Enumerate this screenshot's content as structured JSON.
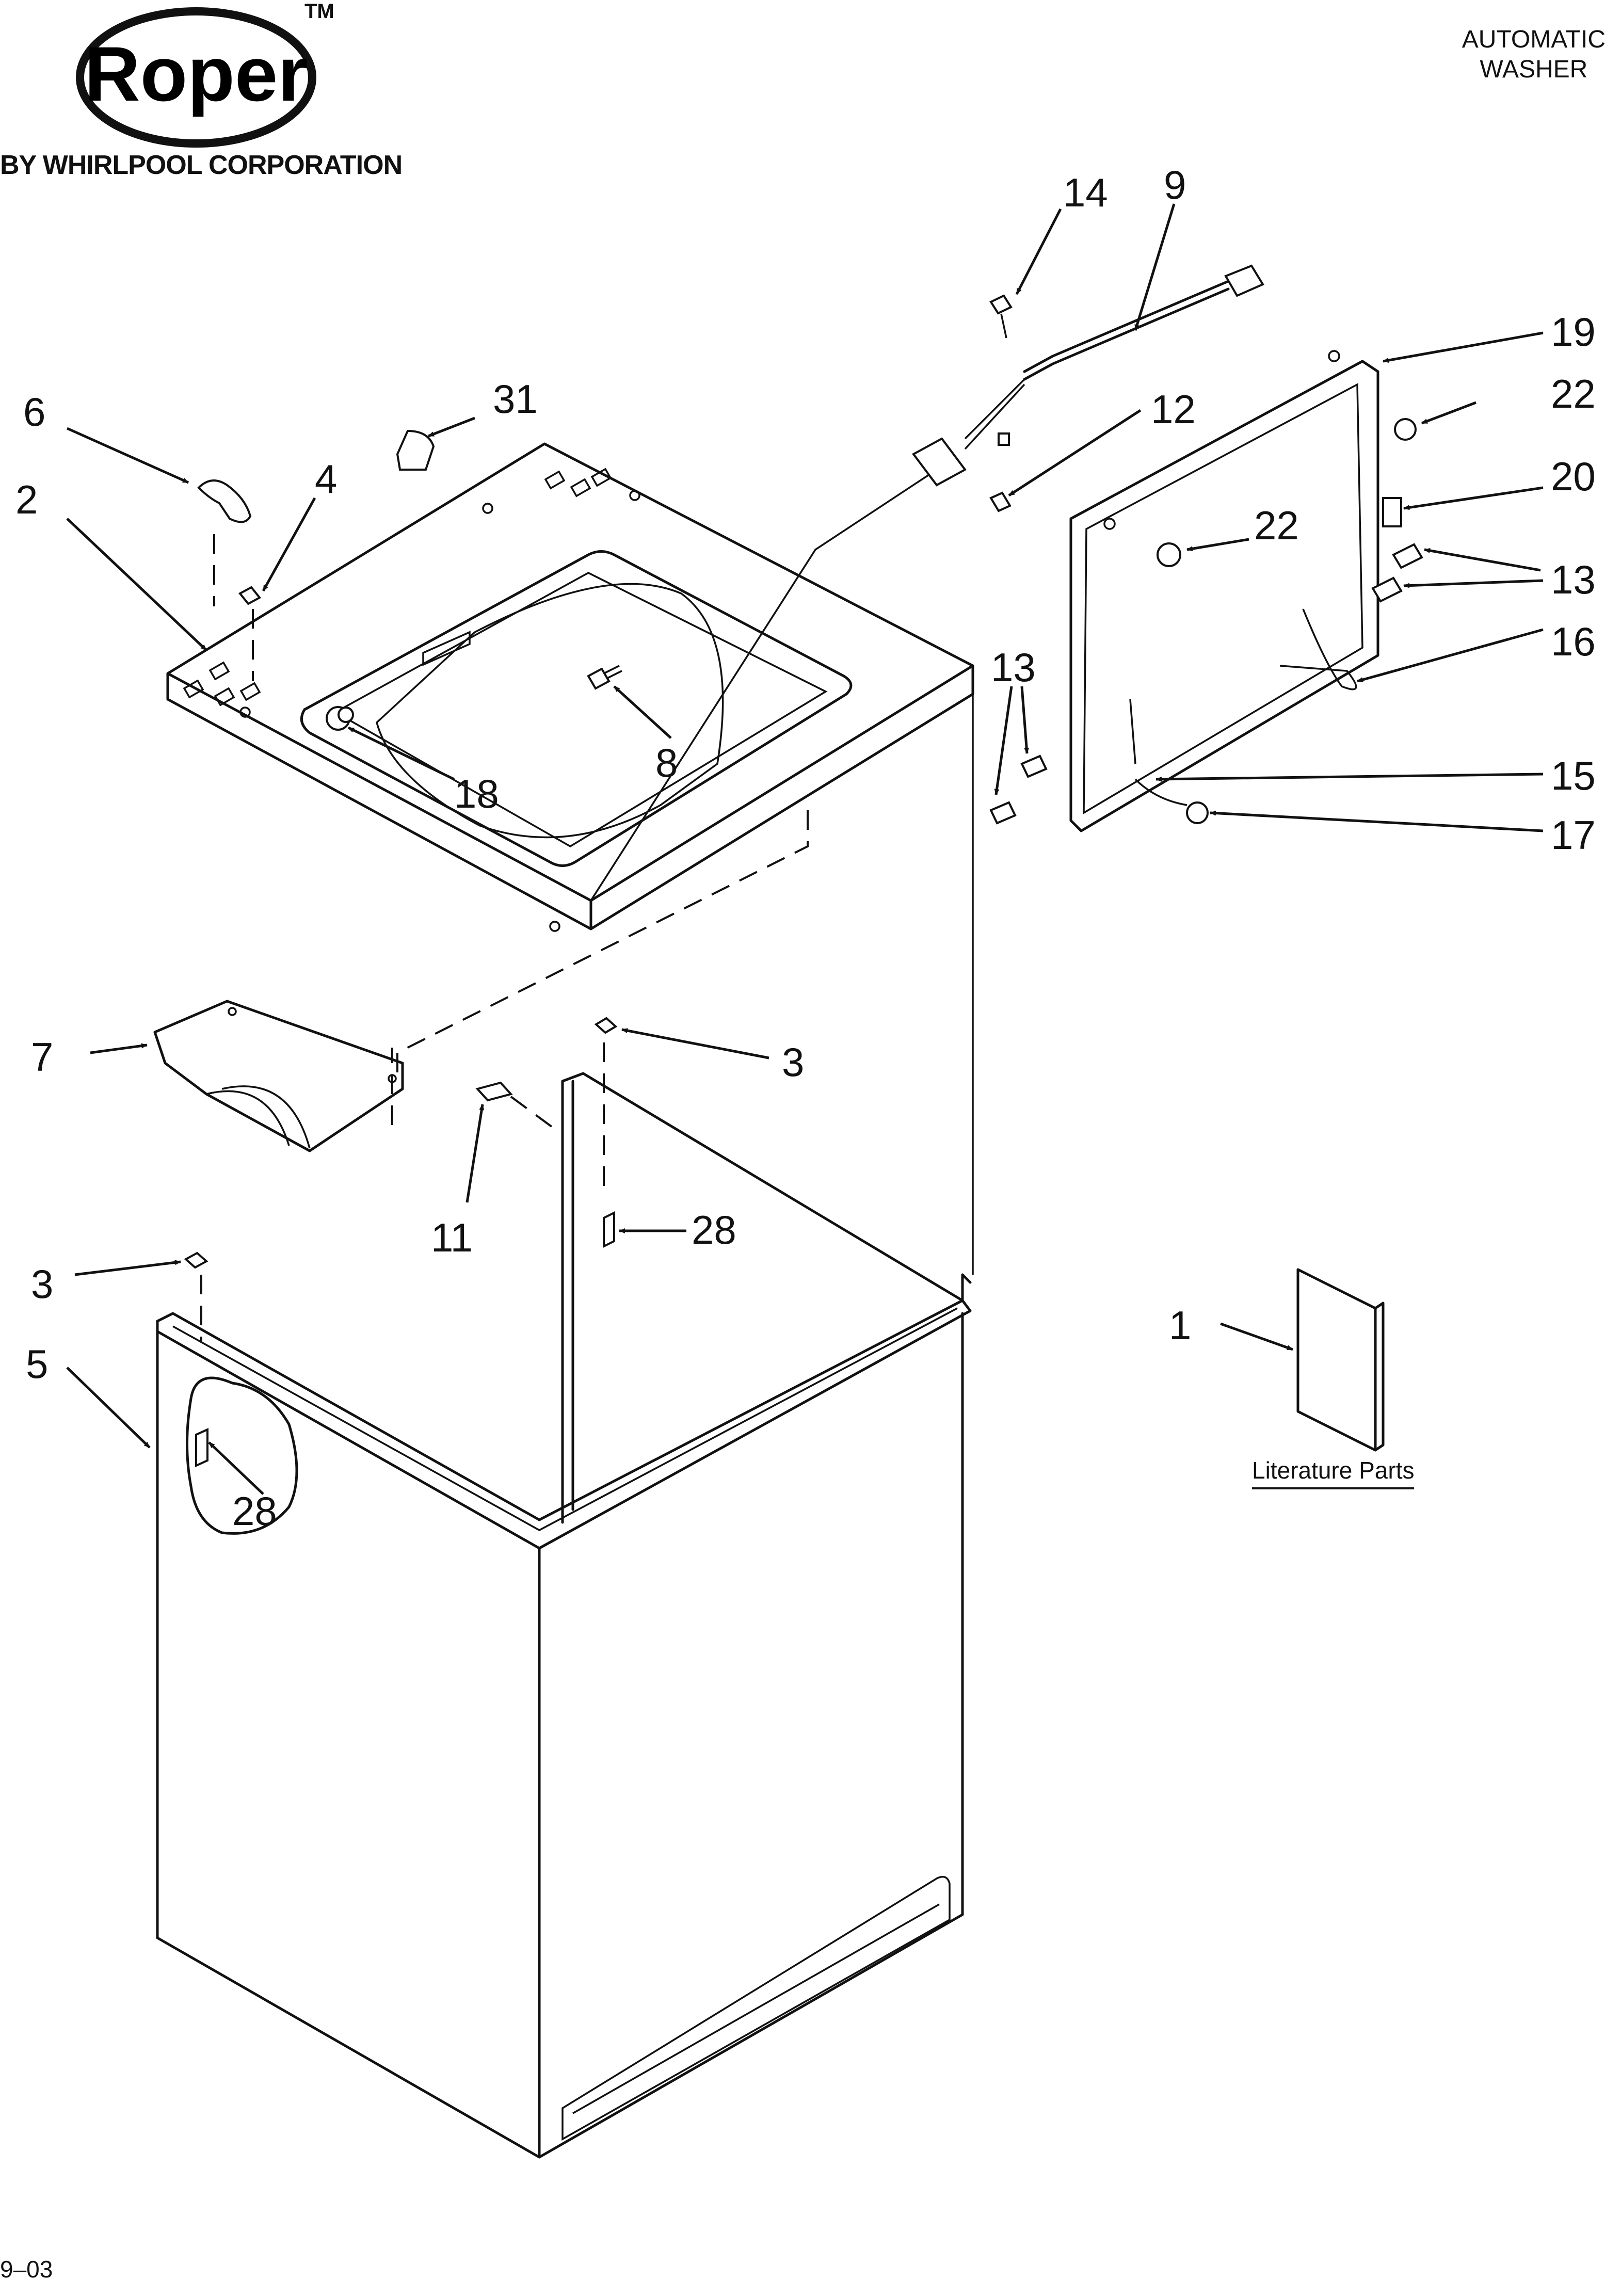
{
  "brand": {
    "logo_text": "Roper",
    "trademark": "TM",
    "subtitle": "BY WHIRLPOOL CORPORATION"
  },
  "title": {
    "line1": "AUTOMATIC",
    "line2": "WASHER"
  },
  "footer": {
    "date_code": "9–03"
  },
  "literature_label": "Literature Parts",
  "callouts": {
    "c14": "14",
    "c9": "9",
    "c19": "19",
    "c22a": "22",
    "c12": "12",
    "c20": "20",
    "c22b": "22",
    "c13a": "13",
    "c16": "16",
    "c13b": "13",
    "c15": "15",
    "c17": "17",
    "c6": "6",
    "c31": "31",
    "c4": "4",
    "c2": "2",
    "c8": "8",
    "c18": "18",
    "c7": "7",
    "c3a": "3",
    "c11": "11",
    "c28a": "28",
    "c3b": "3",
    "c5": "5",
    "c28b": "28",
    "c1": "1"
  }
}
